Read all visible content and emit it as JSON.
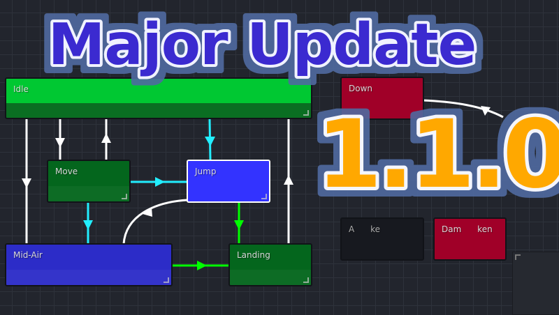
{
  "title": "Major Update",
  "version": "1.1.0",
  "states": {
    "idle": "Idle",
    "move": "Move",
    "jump": "Jump",
    "mid_air": "Mid-Air",
    "landing": "Landing",
    "down": "Down",
    "attack_partial": "A      ke",
    "damage_partial": "Dam      ken"
  },
  "colors": {
    "title_fill": "#3b2bd0",
    "version_fill": "#ffa800",
    "halo": "#4f6aa0"
  }
}
